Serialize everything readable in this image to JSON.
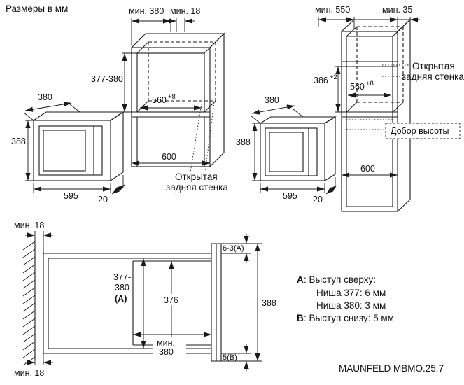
{
  "page": {
    "title": "Размеры в мм",
    "model": "MAUNFELD MBMO.25.7"
  },
  "colors": {
    "line": "#1a1a1a",
    "background": "#ffffff"
  },
  "oven_left": {
    "depth": "380",
    "height": "388",
    "width": "595",
    "door": "20"
  },
  "oven_right": {
    "depth": "380",
    "height": "388",
    "width": "595",
    "door": "20"
  },
  "cabinet_left": {
    "niche_depth_min": "мин. 380",
    "wall_gap_min": "мин. 18",
    "niche_height": "377-380",
    "inner_depth": "560",
    "inner_depth_tol": "+8",
    "width": "600",
    "open_back_1": "Открытая",
    "open_back_2": "задняя стенка"
  },
  "cabinet_right": {
    "depth_min": "мин. 550",
    "wall_gap_min": "мин. 35",
    "niche_height": "386",
    "niche_height_tol": "+2",
    "inner_depth": "560",
    "inner_depth_tol": "+8",
    "width": "600",
    "open_back_1": "Открытая",
    "open_back_2": "задняя стенка",
    "filler": "Добор высоты"
  },
  "section": {
    "wall_gap_top": "мин. 18",
    "wall_gap_bottom": "мин. 18",
    "niche_height_1": "377-",
    "niche_height_2": "380",
    "niche_height_3": "(A)",
    "body_height": "376",
    "niche_depth_1": "мин.",
    "niche_depth_2": "380",
    "top_overhang": "6-3(A)",
    "front_height": "388",
    "bottom_overhang": "5(B)"
  },
  "legend": {
    "a_key": "A",
    "a_text": ": Выступ сверху:",
    "niche_377": "Ниша 377: 6 мм",
    "niche_380": "Ниша 380: 3 мм",
    "b_key": "B",
    "b_text": ": Выступ снизу: 5 мм"
  }
}
